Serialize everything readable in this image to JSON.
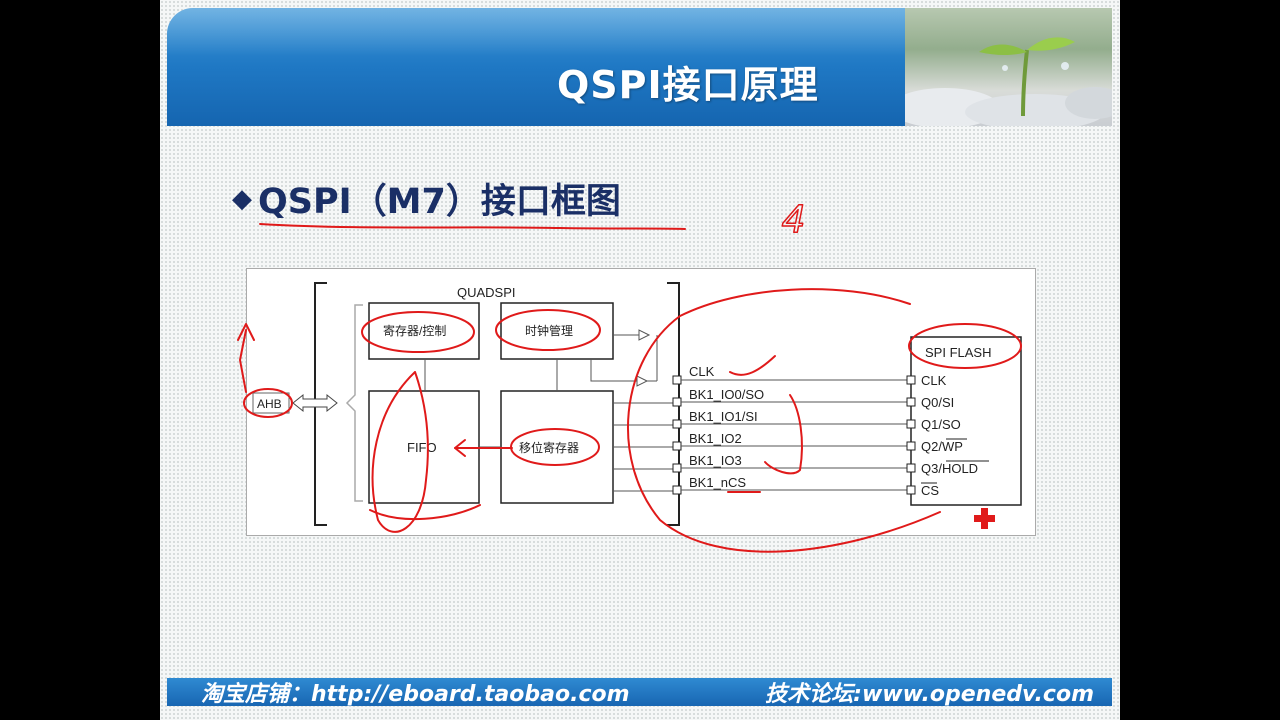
{
  "slide": {
    "title": "QSPI接口原理",
    "bullet": "QSPI（M7）接口框图",
    "footer_left": "淘宝店铺：http://eboard.taobao.com",
    "footer_right": "技术论坛:www.openedv.com"
  },
  "diagram": {
    "block_label": "QUADSPI",
    "register_ctrl": "寄存器/控制",
    "clock_mgmt": "时钟管理",
    "fifo": "FIFO",
    "shift_reg": "移位寄存器",
    "ahb": "AHB",
    "pins": [
      "CLK",
      "BK1_IO0/SO",
      "BK1_IO1/SI",
      "BK1_IO2",
      "BK1_IO3",
      "BK1_nCS"
    ],
    "flash_title": "SPI FLASH",
    "flash_pins": [
      "CLK",
      "Q0/SI",
      "Q1/SO",
      "Q2/WP",
      "Q3/HOLD",
      "CS"
    ]
  },
  "annotations": {
    "handwritten_number": "4"
  },
  "colors": {
    "header_blue": "#1f78c4",
    "heading_navy": "#1a2f66",
    "annotation_red": "#e01a1a"
  }
}
